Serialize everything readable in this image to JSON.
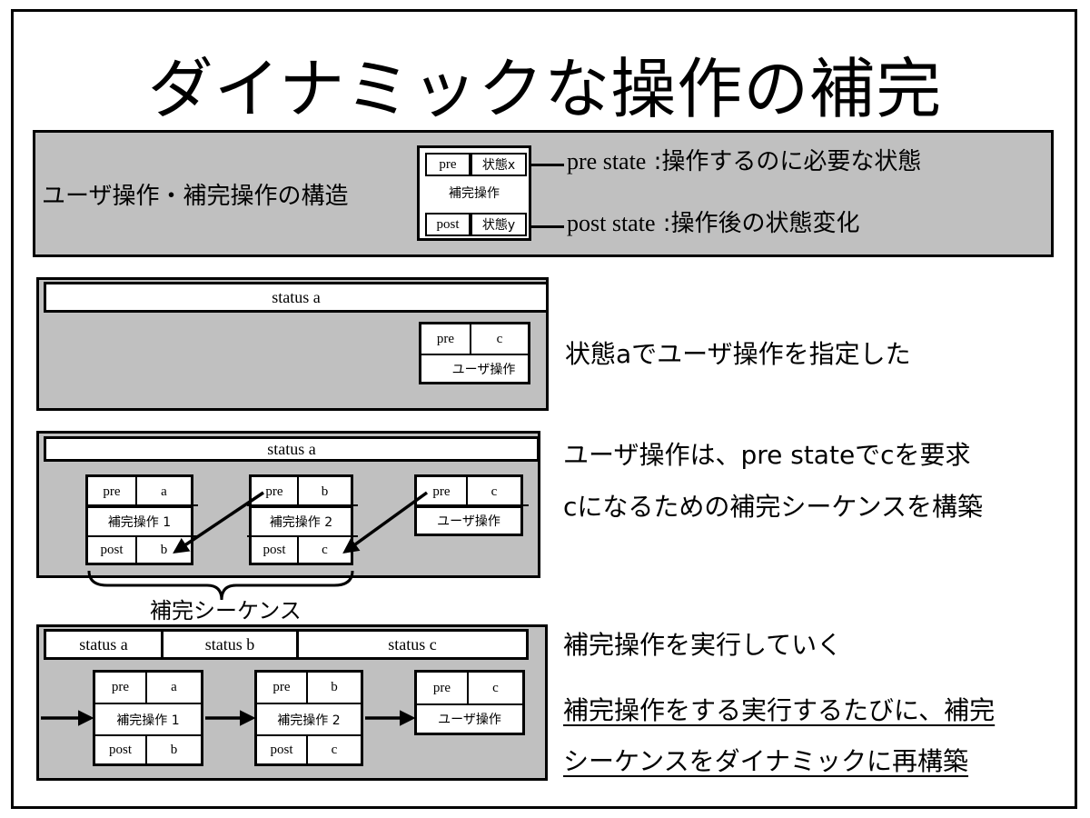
{
  "title": "ダイナミックな操作の補完",
  "legend": {
    "label": "ユーザ操作・補完操作の構造",
    "pre": "pre",
    "pre_state": "状態x",
    "op_name": "補完操作",
    "post": "post",
    "post_state": "状態y",
    "pre_desc_en": "pre state",
    "pre_desc_jp": ":操作するのに必要な状態",
    "post_desc_en": "post state",
    "post_desc_jp": ":操作後の状態変化"
  },
  "step1": {
    "status": "status a",
    "op": {
      "pre": "pre",
      "pre_val": "c",
      "name": "ユーザ操作"
    },
    "caption": "状態aでユーザ操作を指定した"
  },
  "step2": {
    "status": "status a",
    "ops": [
      {
        "pre": "pre",
        "pre_val": "a",
        "name": "補完操作 1",
        "post": "post",
        "post_val": "b"
      },
      {
        "pre": "pre",
        "pre_val": "b",
        "name": "補完操作 2",
        "post": "post",
        "post_val": "c"
      },
      {
        "pre": "pre",
        "pre_val": "c",
        "name": "ユーザ操作"
      }
    ],
    "brace_label": "補完シーケンス",
    "caption_line1": "ユーザ操作は、pre stateでcを要求",
    "caption_line2": "cになるための補完シーケンスを構築"
  },
  "step3": {
    "statuses": [
      "status a",
      "status b",
      "status c"
    ],
    "ops": [
      {
        "pre": "pre",
        "pre_val": "a",
        "name": "補完操作 1",
        "post": "post",
        "post_val": "b"
      },
      {
        "pre": "pre",
        "pre_val": "b",
        "name": "補完操作 2",
        "post": "post",
        "post_val": "c"
      },
      {
        "pre": "pre",
        "pre_val": "c",
        "name": "ユーザ操作"
      }
    ],
    "caption": "補完操作を実行していく",
    "conclusion_line1": "補完操作をする実行するたびに、補完",
    "conclusion_line2": "シーケンスをダイナミックに再構築"
  }
}
